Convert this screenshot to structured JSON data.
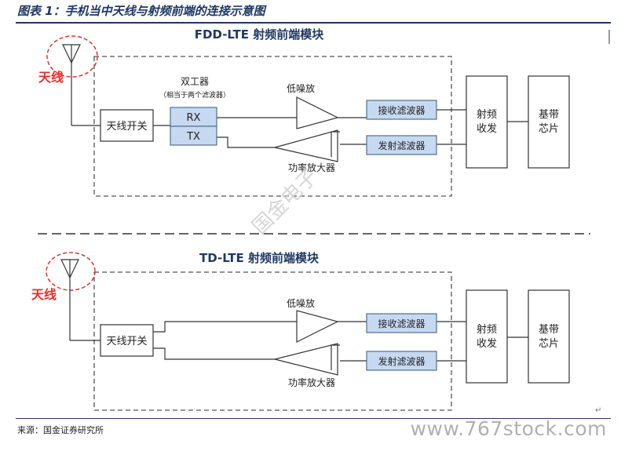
{
  "figure_title": "图表 1：手机当中天线与射频前端的连接示意图",
  "source": "来源：国金证券研究所",
  "watermark_site": "www.767stock.com",
  "watermark_diagonal": "国金电子",
  "colors": {
    "title": "#1f3864",
    "antenna_label": "#e8302a",
    "block_fill": "#c6d9f1",
    "block_stroke": "#4f6f95",
    "line": "#333333"
  },
  "fdd": {
    "module_title": "FDD-LTE 射频前端模块",
    "antenna": "天线",
    "switch": "天线开关",
    "duplexer": "双工器",
    "duplexer_note": "（相当于两个滤波器）",
    "rx": "RX",
    "tx": "TX",
    "lna": "低噪放",
    "pa": "功率放大器",
    "rx_filter": "接收滤波器",
    "tx_filter": "发射滤波器",
    "transceiver_l1": "射频",
    "transceiver_l2": "收发",
    "baseband_l1": "基带",
    "baseband_l2": "芯片"
  },
  "td": {
    "module_title": "TD-LTE 射频前端模块",
    "antenna": "天线",
    "switch": "天线开关",
    "lna": "低噪放",
    "pa": "功率放大器",
    "rx_filter": "接收滤波器",
    "tx_filter": "发射滤波器",
    "transceiver_l1": "射频",
    "transceiver_l2": "收发",
    "baseband_l1": "基带",
    "baseband_l2": "芯片"
  }
}
